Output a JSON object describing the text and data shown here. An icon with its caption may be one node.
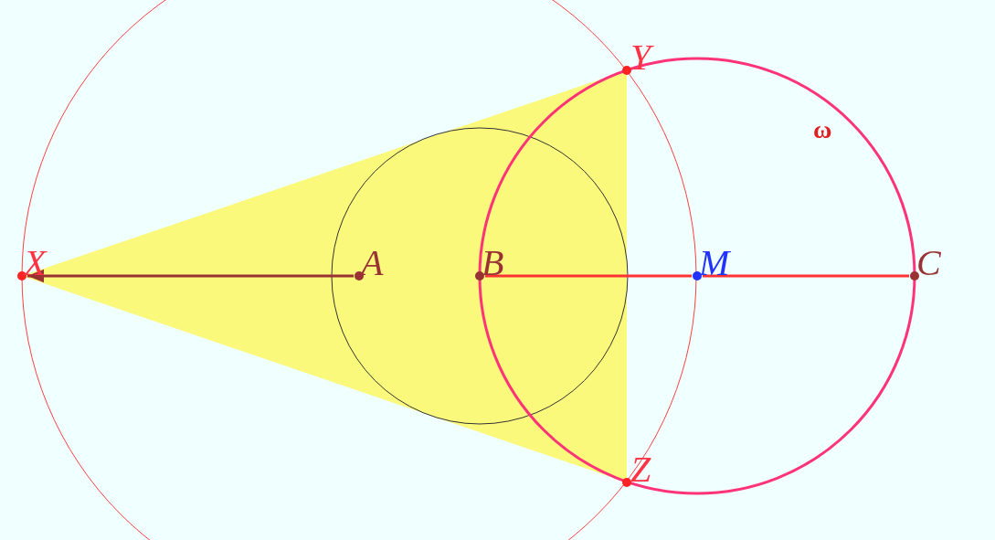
{
  "diagram": {
    "nodes": [
      {
        "text": [
          "Y"
        ]
      },
      {
        "text": [
          "X"
        ]
      },
      {
        "text": [
          "A"
        ]
      },
      {
        "text": [
          "B"
        ]
      },
      {
        "text": [
          "M"
        ]
      },
      {
        "text": [
          "C"
        ]
      },
      {
        "text": [
          "Z"
        ]
      }
    ],
    "edges": [
      {
        "from": 2,
        "to": 1,
        "arrow": "to",
        "color": "#993333"
      },
      {
        "from": 3,
        "to": 4,
        "arrow": "none"
      },
      {
        "from": 4,
        "to": 5,
        "arrow": "none"
      }
    ],
    "labels": [
      "ω"
    ]
  }
}
